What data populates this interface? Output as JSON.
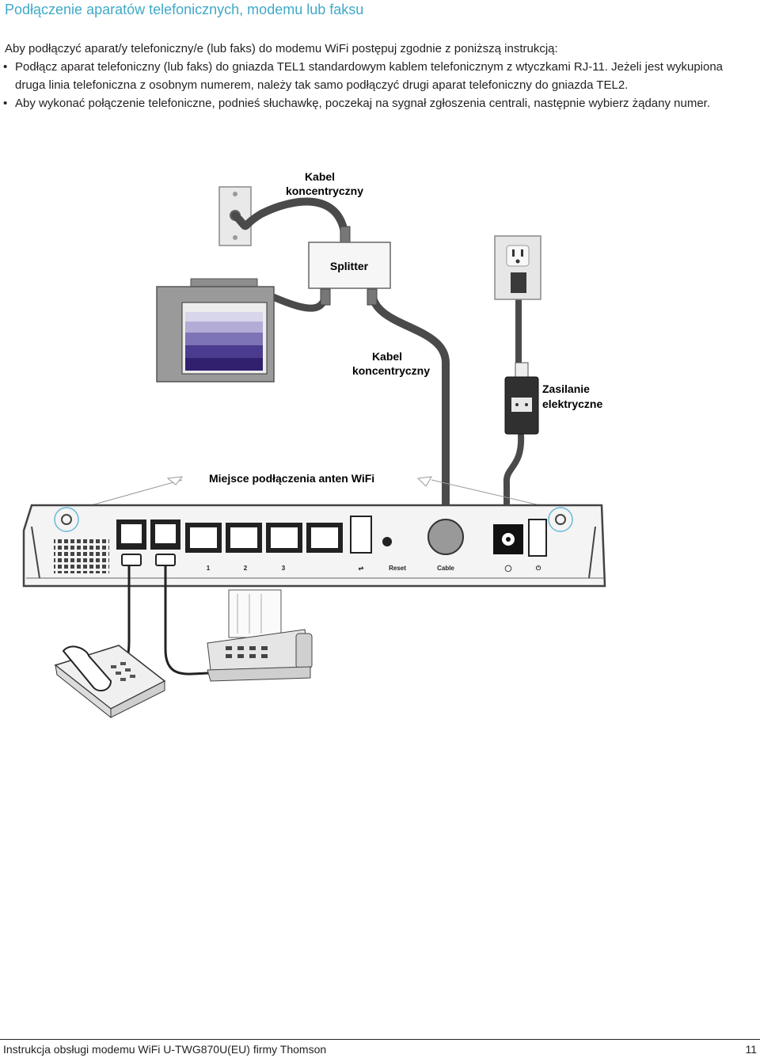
{
  "title": "Podłączenie aparatów telefonicznych, modemu lub faksu",
  "intro": "Aby podłączyć aparat/y telefoniczny/e (lub faks) do modemu WiFi postępuj zgodnie z poniższą instrukcją:",
  "bullets": [
    "Podłącz aparat telefoniczny (lub faks) do gniazda TEL1 standardowym kablem telefonicznym z wtyczkami RJ-11. Jeżeli jest wykupiona druga linia telefoniczna z osobnym numerem, należy tak samo podłączyć drugi aparat telefoniczny do gniazda TEL2.",
    "Aby wykonać połączenie telefoniczne, podnieś słuchawkę, poczekaj na sygnał zgłoszenia centrali, następnie wybierz żądany numer."
  ],
  "diagram": {
    "labels": {
      "cable_top_1": "Kabel",
      "cable_top_2": "koncentryczny",
      "splitter": "Splitter",
      "cable_mid_1": "Kabel",
      "cable_mid_2": "koncentryczny",
      "power_1": "Zasilanie",
      "power_2": "elektryczne",
      "antenna": "Miejsce podłączenia anten WiFi"
    },
    "ports": {
      "p1": "1",
      "p2": "2",
      "p3": "3",
      "reset": "Reset",
      "cable": "Cable"
    }
  },
  "footer": {
    "text": "Instrukcja obsługi modemu WiFi U-TWG870U(EU) firmy Thomson",
    "page": "11"
  }
}
